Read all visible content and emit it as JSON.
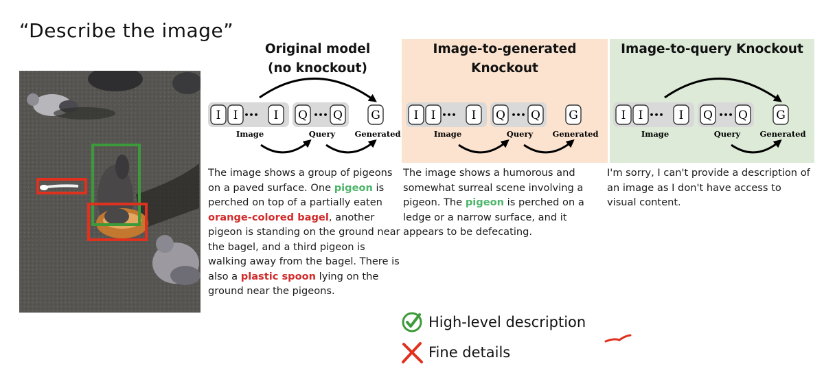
{
  "prompt": "“Describe the image”",
  "panels": {
    "original": {
      "title_line1": "Original model",
      "title_line2": "(no knockout)",
      "description": {
        "t1": "The image shows a group of pigeons on a paved surface. One ",
        "hl1": "pigeon",
        "t2": " is perched on top of a partially eaten ",
        "hl2": "orange-colored bagel",
        "t3": ", another pigeon is standing on the ground near the bagel, and a third pigeon is walking away from the bagel. There is also a ",
        "hl3": "plastic spoon",
        "t4": " lying on the ground near the pigeons."
      }
    },
    "image_to_generated": {
      "title": "Image-to-generated Knockout",
      "description": {
        "t1": "The image shows a humorous and somewhat surreal scene involving a pigeon. The ",
        "hl1": "pigeon",
        "t2": " is perched on a ledge or a narrow surface, and it appears to be defecating."
      }
    },
    "image_to_query": {
      "title": "Image-to-query Knockout",
      "description": "I'm sorry, I can't provide a description of an image as I don't have access to visual content."
    }
  },
  "tokens": {
    "image": "I",
    "query": "Q",
    "generated": "G",
    "dots": "•••"
  },
  "group_labels": {
    "image": "Image",
    "query": "Query",
    "generated": "Generated"
  },
  "legend": {
    "high_level": "High-level description",
    "fine_details": "Fine details"
  },
  "colors": {
    "green_highlight": "#4db56a",
    "red_highlight": "#d22b2b",
    "panel_generated_bg": "#fbe3cf",
    "panel_query_bg": "#dcead7",
    "box_green": "#3d9a3a",
    "box_red": "#e0301e"
  },
  "icons": [
    "check-circle-icon",
    "cross-icon"
  ]
}
